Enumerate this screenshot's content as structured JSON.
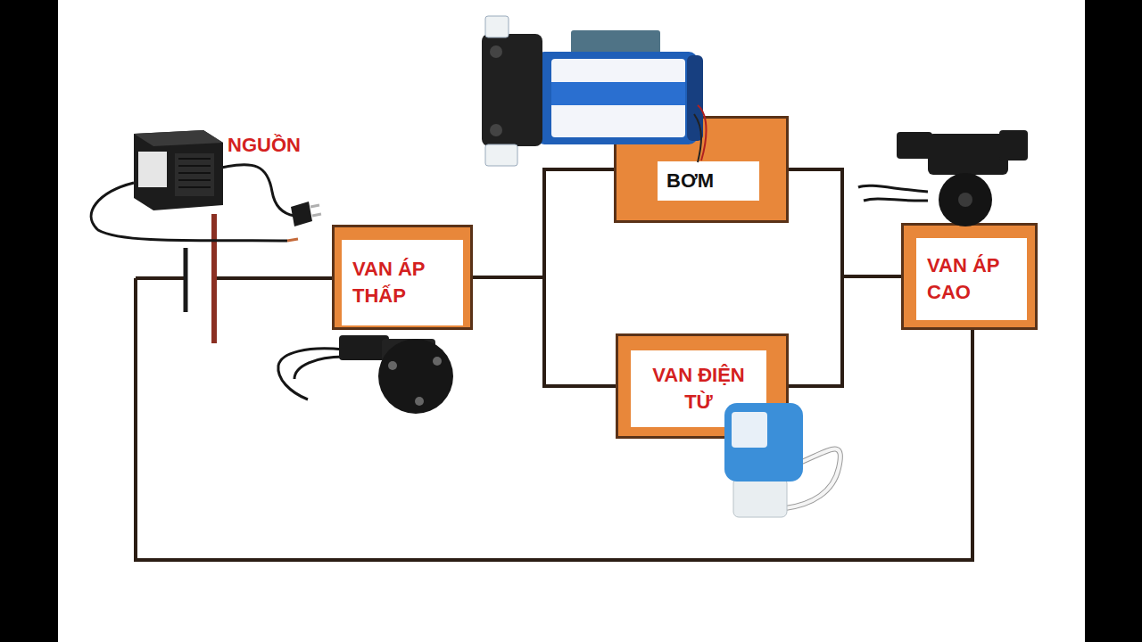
{
  "diagram": {
    "nodes": [
      {
        "text": [
          "VAN ÁP THẤP"
        ]
      },
      {
        "text": [
          "BƠM"
        ]
      },
      {
        "text": [
          "VAN ĐIỆN TỪ"
        ]
      },
      {
        "text": [
          "VAN ÁP CAO"
        ]
      }
    ],
    "edges": [
      {
        "from": 0,
        "to": 1,
        "arrow": "none"
      },
      {
        "from": 0,
        "to": 2,
        "arrow": "none"
      },
      {
        "from": 1,
        "to": 3,
        "arrow": "none"
      },
      {
        "from": 2,
        "to": 3,
        "arrow": "none"
      }
    ],
    "labels": [
      "NGUỒN"
    ]
  }
}
